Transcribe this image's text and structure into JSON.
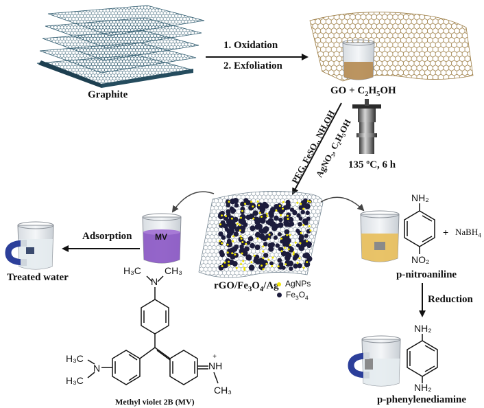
{
  "step1": {
    "oxidation": "1. Oxidation",
    "exfoliation": "2. Exfoliation"
  },
  "graphite": {
    "label": "Graphite"
  },
  "go": {
    "label": "GO + C",
    "sub1": "2",
    "mid": "H",
    "sub2": "5",
    "end": "OH"
  },
  "reagents": {
    "line1": "PEG, FeSO₄, NH₄OH",
    "line2": "AgNO₃, C₂H₅OH"
  },
  "condition": {
    "label": "135 ºC, 6 h"
  },
  "composite": {
    "label_pre": "rGO/Fe",
    "label_sub1": "3",
    "label_mid": "O",
    "label_sub2": "4",
    "label_end": "/Ag",
    "legend_ag": "AgNPs",
    "legend_fe_pre": "Fe",
    "legend_fe_sub1": "3",
    "legend_fe_mid": "O",
    "legend_fe_sub2": "4",
    "ag_color": "#f2e600",
    "fe_color": "#1c1c3c"
  },
  "mv_beaker": {
    "label": "MV",
    "color": "#8a55c4"
  },
  "adsorption": {
    "label": "Adsorption"
  },
  "treated": {
    "label": "Treated water"
  },
  "mv_molecule": {
    "name": "Methyl violet 2B (MV)",
    "top_h3c": "H₃C",
    "top_n": "N",
    "top_ch3": "CH₃",
    "left_h3c_1": "H₃C",
    "left_n": "N",
    "left_h3c_2": "H₃C",
    "right_nh": "NH",
    "right_plus": "+",
    "right_ch3": "CH₃"
  },
  "pna": {
    "nh2": "NH₂",
    "no2": "NO₂",
    "plus": "+",
    "reductant": "NaBH",
    "reductant_sub": "4",
    "name": "p-nitroaniline"
  },
  "reduction": {
    "label": "Reduction"
  },
  "ppd": {
    "nh2_top": "NH₂",
    "nh2_bottom": "NH₂",
    "name": "p-phenylenediamine"
  }
}
